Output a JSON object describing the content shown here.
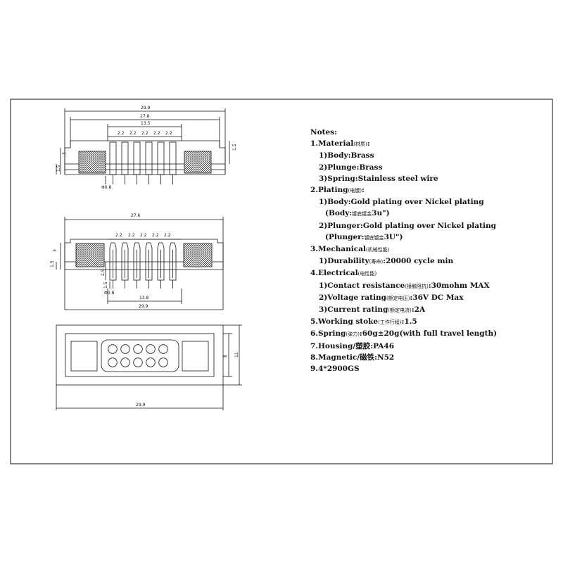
{
  "drawing": {
    "top_view": {
      "dims": {
        "overall": "29.9",
        "inner": "27.8",
        "pin_span": "13.5",
        "pitch": "2.2",
        "height_left": "3",
        "height_right": "1.5",
        "base": "1.5",
        "pin_dia": "Φ0.8"
      }
    },
    "side_view": {
      "dims": {
        "overall": "27.6",
        "pitch": "2.2",
        "height_left": "3",
        "base": "1.5",
        "pin_len": "2.5",
        "pin_small": "1.5",
        "pin_dia": "Φ0.8",
        "pin_span": "13.8",
        "bottom": "29.9"
      }
    },
    "front_view": {
      "dims": {
        "width": "29.9",
        "inner_height": "8",
        "outer_height": "11"
      }
    }
  },
  "notes": {
    "title": "Notes:",
    "items": [
      {
        "text": "1.Material",
        "note": "(材质)",
        "rest": ":"
      },
      {
        "text": "1)Body:Brass",
        "indent": 1
      },
      {
        "text": "2)Plunge:Brass",
        "indent": 1
      },
      {
        "text": "3)Spring:Stainless steel wire",
        "indent": 1
      },
      {
        "text": "2.Plating",
        "note": "(电镀)",
        "rest": ":"
      },
      {
        "text": "1)Body:Gold plating over Nickel plating",
        "indent": 1
      },
      {
        "text": "(Body:",
        "note": "镀底镀金",
        "rest": "3u\")",
        "indent": 2
      },
      {
        "text": "2)Plunger:Gold plating over Nickel plating",
        "indent": 1
      },
      {
        "text": "(Plunger:",
        "note": "镀底镀金",
        "rest": "3U\")",
        "indent": 2
      },
      {
        "text": "3.Mechanical",
        "note": "(机械性能)"
      },
      {
        "text": "1)Durability",
        "note": "(寿命)",
        "rest": ":20000 cycle  min",
        "indent": 1
      },
      {
        "text": "4.Electrical",
        "note": "(电性能)"
      },
      {
        "text": "1)Contact resistance",
        "note": "(接触阻抗)",
        "rest": ":30mohm MAX",
        "indent": 1
      },
      {
        "text": "2)Voltage rating",
        "note": "(额定电压)",
        "rest": ":36V DC Max",
        "indent": 1
      },
      {
        "text": "3)Current rating",
        "note": "(额定电流)",
        "rest": ":2A",
        "indent": 1
      },
      {
        "text": "5.Working stoke",
        "note": "(工作行程)",
        "rest": ":1.5"
      },
      {
        "text": "6.Spring",
        "note": "(弹力)",
        "rest": ":60g±20g(with full travel length)"
      },
      {
        "text": "7.Housing/塑胶:PA46"
      },
      {
        "text": "8.Magnetic/磁铁:N52"
      },
      {
        "text": "9.4*2900GS"
      }
    ]
  }
}
